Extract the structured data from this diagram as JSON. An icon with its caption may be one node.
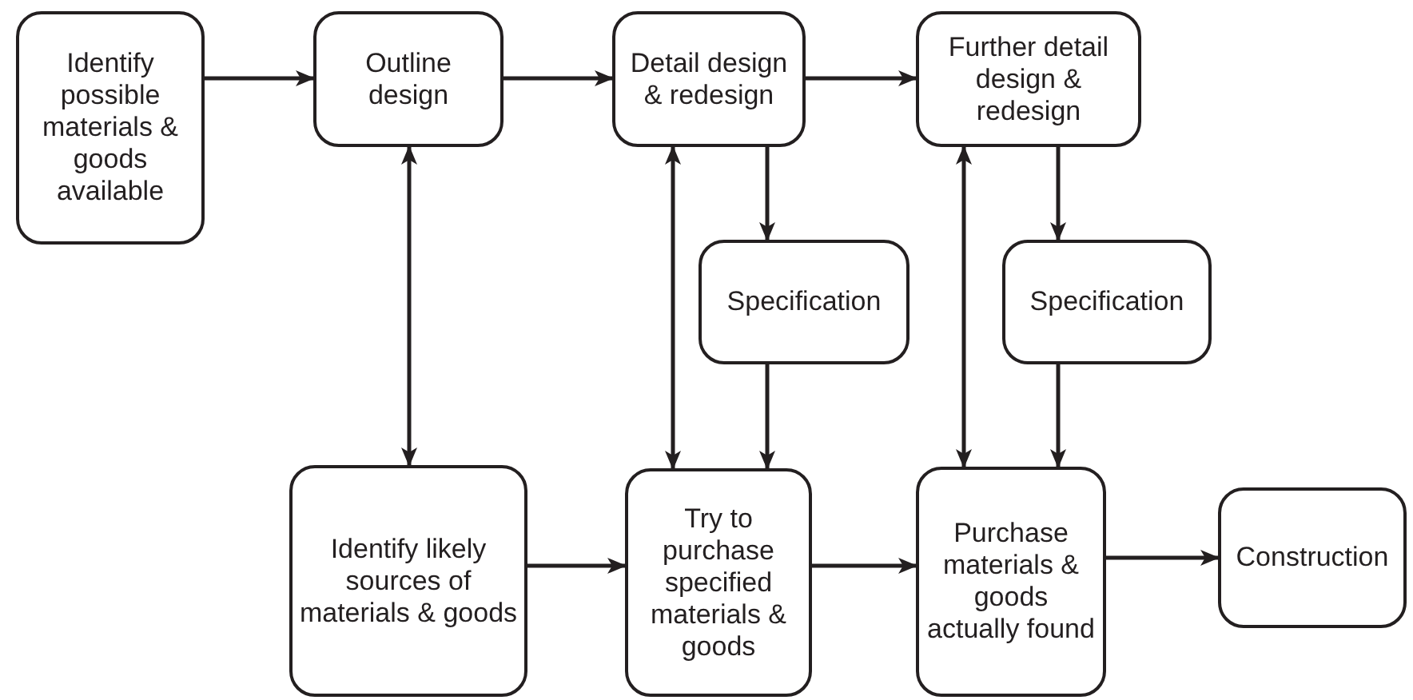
{
  "diagram": {
    "nodes": [
      {
        "text": [
          "Identify possible materials & goods available"
        ]
      },
      {
        "text": [
          "Outline design"
        ]
      },
      {
        "text": [
          "Detail design & redesign"
        ]
      },
      {
        "text": [
          "Further detail design & redesign"
        ]
      },
      {
        "text": [
          "Specification"
        ]
      },
      {
        "text": [
          "Specification"
        ]
      },
      {
        "text": [
          "Identify likely sources of materials & goods"
        ]
      },
      {
        "text": [
          "Try to purchase specified materials & goods"
        ]
      },
      {
        "text": [
          "Purchase materials & goods actually found"
        ]
      },
      {
        "text": [
          "Construction"
        ]
      }
    ],
    "edges": [
      {
        "from": 0,
        "to": 1,
        "arrow": "to"
      },
      {
        "from": 1,
        "to": 2,
        "arrow": "to"
      },
      {
        "from": 2,
        "to": 3,
        "arrow": "to"
      },
      {
        "from": 2,
        "to": 4,
        "arrow": "to"
      },
      {
        "from": 3,
        "to": 5,
        "arrow": "to"
      },
      {
        "from": 1,
        "to": 6,
        "arrow": "both"
      },
      {
        "from": 2,
        "to": 7,
        "arrow": "both"
      },
      {
        "from": 4,
        "to": 7,
        "arrow": "to"
      },
      {
        "from": 3,
        "to": 8,
        "arrow": "both"
      },
      {
        "from": 5,
        "to": 8,
        "arrow": "to"
      },
      {
        "from": 6,
        "to": 7,
        "arrow": "to"
      },
      {
        "from": 7,
        "to": 8,
        "arrow": "to"
      },
      {
        "from": 8,
        "to": 9,
        "arrow": "to"
      }
    ]
  }
}
